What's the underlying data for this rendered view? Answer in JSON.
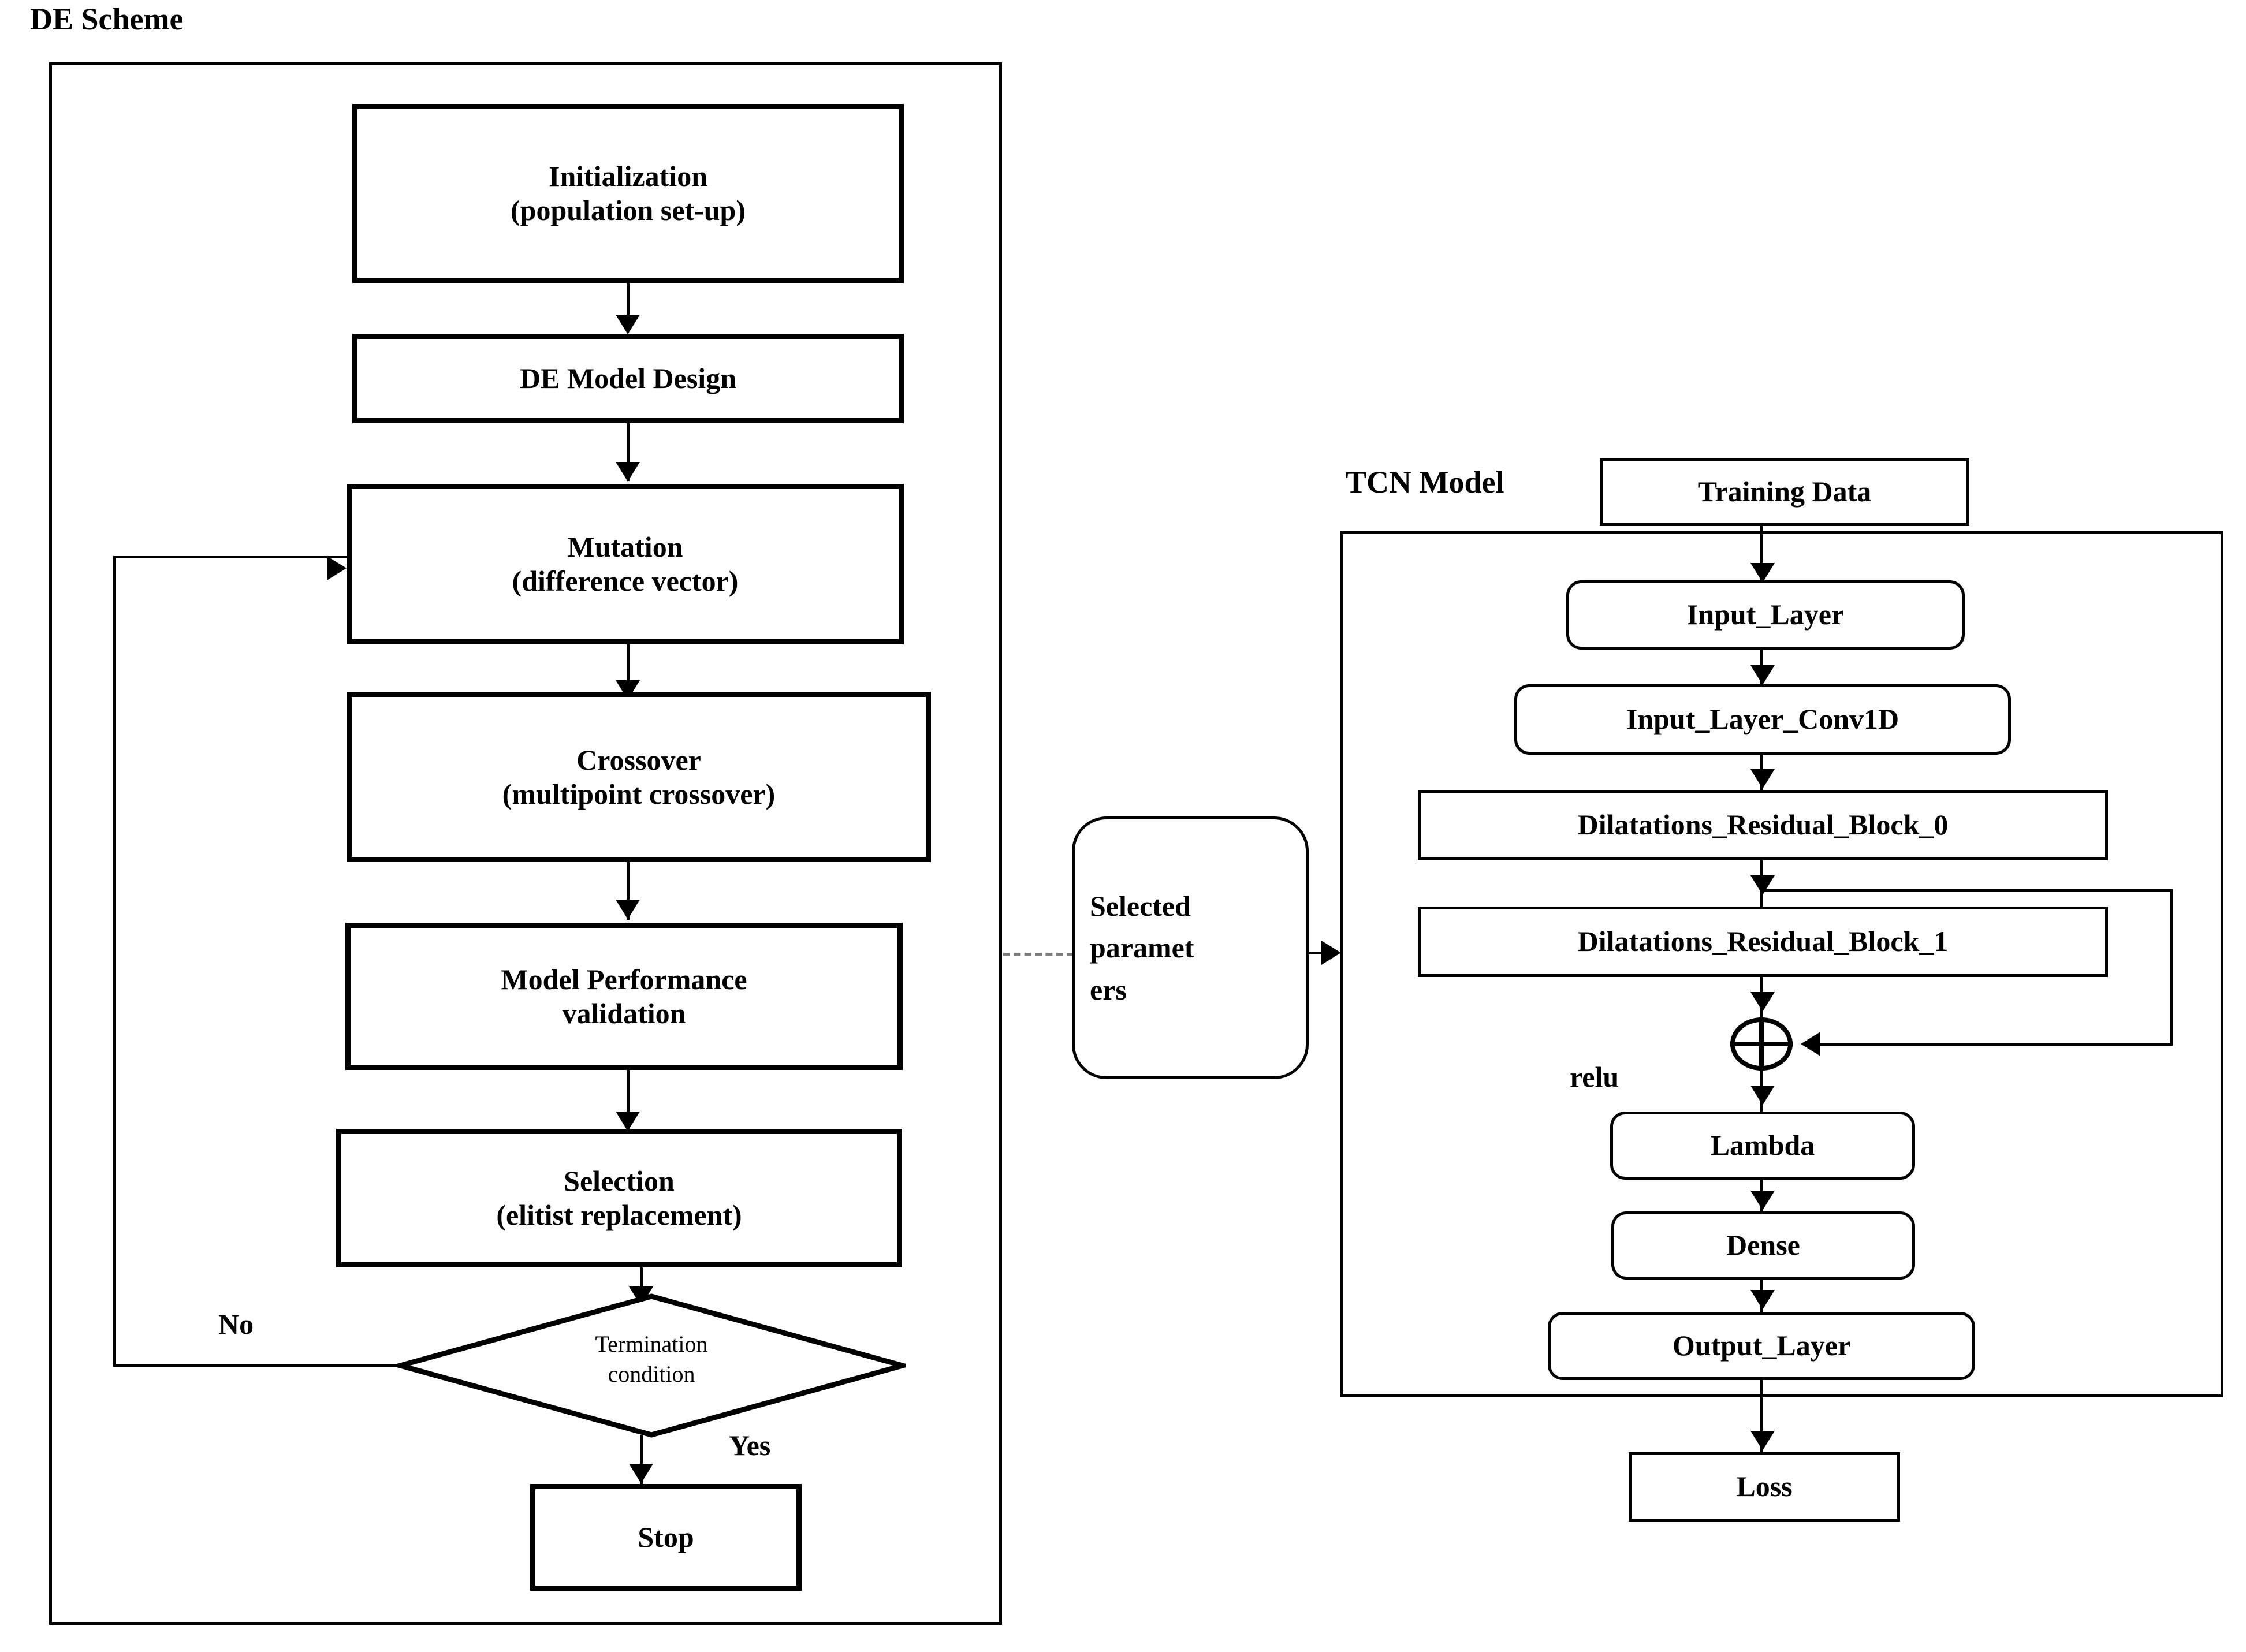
{
  "diagram": {
    "title_left": "DE Scheme",
    "title_right": "TCN Model"
  },
  "de_scheme": {
    "caption": "DE Scheme",
    "nodes": [
      {
        "id": "initialization",
        "line1": "Initialization",
        "line2": "(population  set-up)"
      },
      {
        "id": "de_model_design",
        "line1": "DE Model Design",
        "line2": ""
      },
      {
        "id": "mutation",
        "line1": "Mutation",
        "line2": "(difference  vector)"
      },
      {
        "id": "crossover",
        "line1": "Crossover",
        "line2": "(multipoint  crossover)"
      },
      {
        "id": "validation",
        "line1": "Model Performance",
        "line2": "validation"
      },
      {
        "id": "selection",
        "line1": "Selection",
        "line2": "(elitist replacement)"
      }
    ],
    "decision": {
      "id": "termination",
      "line1": "Termination",
      "line2": "condition"
    },
    "terminal": {
      "id": "stop",
      "label": "Stop"
    },
    "edge_labels": {
      "no": "No",
      "yes": "Yes"
    }
  },
  "bridge": {
    "selected_parameters": {
      "line1": "Selected",
      "line2": "paramet",
      "line3": "ers"
    }
  },
  "tcn_model": {
    "caption": "TCN Model",
    "training_data": "Training  Data",
    "layers": [
      {
        "id": "input_layer",
        "label": "Input_Layer",
        "shape": "rounded"
      },
      {
        "id": "input_layer_conv1d",
        "label": "Input_Layer_Conv1D",
        "shape": "rounded"
      },
      {
        "id": "residual_block_0",
        "label": "Dilatations_Residual_Block_0",
        "shape": "rect"
      },
      {
        "id": "residual_block_1",
        "label": "Dilatations_Residual_Block_1",
        "shape": "rect"
      },
      {
        "id": "lambda",
        "label": "Lambda",
        "shape": "rounded"
      },
      {
        "id": "dense",
        "label": "Dense",
        "shape": "rounded"
      },
      {
        "id": "output_layer",
        "label": "Output_Layer",
        "shape": "rounded"
      }
    ],
    "activation_label": "relu",
    "sum_operator": "plus-circle-icon",
    "loss": "Loss"
  },
  "colors": {
    "stroke": "#000000",
    "text": "#000000",
    "dashed_connector": "#808080",
    "background": "#ffffff"
  }
}
